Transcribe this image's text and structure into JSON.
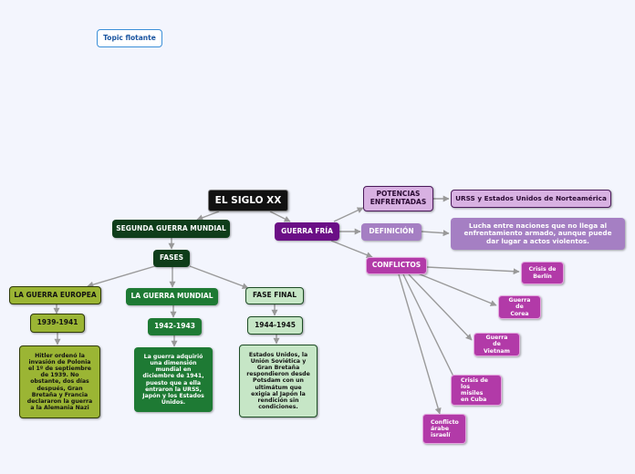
{
  "floating": {
    "label": "Topic flotante"
  },
  "central": {
    "label": "EL SIGLO XX"
  },
  "ww2": {
    "label": "SEGUNDA GUERRA MUNDIAL",
    "phases": {
      "label": "FASES"
    },
    "europe": {
      "label": "LA GUERRA EUROPEA",
      "years": "1939-1941",
      "text": "Hitler ordenó la invasión de Polonia el 1º de septiembre de 1939. No obstante, dos días después, Gran Bretaña y Francia declararon la guerra a la Alemania Nazi"
    },
    "world": {
      "label": "LA GUERRA MUNDIAL",
      "years": "1942-1943",
      "text": "La guerra adquirió una dimensión mundial en diciembre de 1941, puesto que a ella entraron la URSS, Japón y los Estados Unidos."
    },
    "final": {
      "label": "FASE FINAL",
      "years": "1944-1945",
      "text": "Estados Unidos, la Unión Soviética y Gran Bretaña respondieron desde Potsdam con un ultimátum que exigía al Japón la rendición sin condiciones."
    }
  },
  "coldwar": {
    "label": "GUERRA FRÍA",
    "powers": {
      "label": "POTENCIAS ENFRENTADAS",
      "value": "URSS y Estados Unidos de Norteamérica"
    },
    "definition": {
      "label": "DEFINICIÓN",
      "value": "Lucha entre naciones que no llega al enfrentamiento armado, aunque puede dar lugar a actos violentos."
    },
    "conflicts": {
      "label": "CONFLICTOS",
      "items": [
        "Crisis de Berlín",
        "Guerra de Corea",
        "Guerra de Vietnam",
        "Crisis de los misiles en Cuba",
        "Conflicto árabe israelí"
      ]
    }
  },
  "colors": {
    "dark_green": "#0f3d1a",
    "mid_green": "#1e7a34",
    "light_green": "#c6e6c6",
    "olive": "#9bb534",
    "purple": "#6b0f86",
    "light_purple": "#d8b1e2",
    "lavender": "#a57fc3",
    "magenta": "#b23aa8",
    "black": "#111111",
    "connector": "#999999"
  }
}
